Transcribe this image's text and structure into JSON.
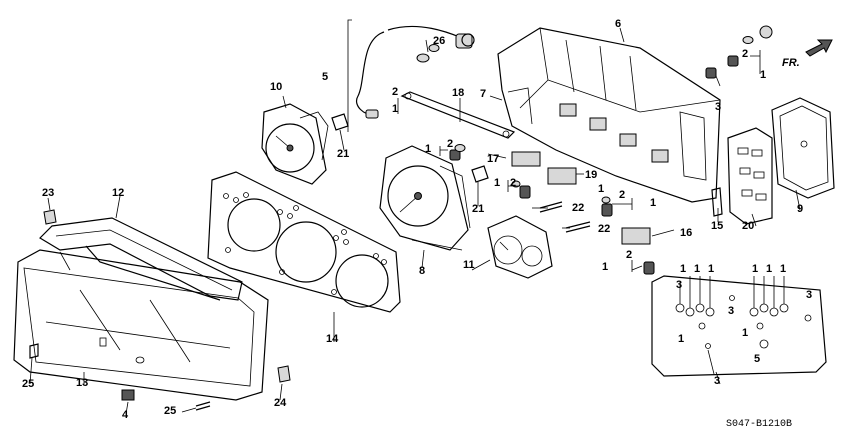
{
  "diagram_code": "S047-B1210B",
  "front_label": "FR.",
  "callouts": [
    {
      "id": "c1a",
      "text": "1"
    },
    {
      "id": "c1b",
      "text": "1"
    },
    {
      "id": "c1c",
      "text": "1"
    },
    {
      "id": "c1d",
      "text": "1"
    },
    {
      "id": "c1e",
      "text": "1"
    },
    {
      "id": "c1f",
      "text": "1"
    },
    {
      "id": "c1g",
      "text": "1"
    },
    {
      "id": "c1h",
      "text": "1"
    },
    {
      "id": "c1i",
      "text": "1"
    },
    {
      "id": "c1j",
      "text": "1"
    },
    {
      "id": "c1k",
      "text": "1"
    },
    {
      "id": "c1l",
      "text": "1"
    },
    {
      "id": "c1m",
      "text": "1"
    },
    {
      "id": "c1n",
      "text": "1"
    },
    {
      "id": "c1o",
      "text": "1"
    },
    {
      "id": "c2a",
      "text": "2"
    },
    {
      "id": "c2b",
      "text": "2"
    },
    {
      "id": "c2c",
      "text": "2"
    },
    {
      "id": "c2d",
      "text": "2"
    },
    {
      "id": "c2e",
      "text": "2"
    },
    {
      "id": "c2f",
      "text": "2"
    },
    {
      "id": "c3a",
      "text": "3"
    },
    {
      "id": "c3b",
      "text": "3"
    },
    {
      "id": "c3c",
      "text": "3"
    },
    {
      "id": "c3d",
      "text": "3"
    },
    {
      "id": "c3e",
      "text": "3"
    },
    {
      "id": "c4",
      "text": "4"
    },
    {
      "id": "c5a",
      "text": "5"
    },
    {
      "id": "c5b",
      "text": "5"
    },
    {
      "id": "c6",
      "text": "6"
    },
    {
      "id": "c7",
      "text": "7"
    },
    {
      "id": "c8",
      "text": "8"
    },
    {
      "id": "c9",
      "text": "9"
    },
    {
      "id": "c10",
      "text": "10"
    },
    {
      "id": "c11",
      "text": "11"
    },
    {
      "id": "c12",
      "text": "12"
    },
    {
      "id": "c13",
      "text": "13"
    },
    {
      "id": "c14",
      "text": "14"
    },
    {
      "id": "c15",
      "text": "15"
    },
    {
      "id": "c16",
      "text": "16"
    },
    {
      "id": "c17",
      "text": "17"
    },
    {
      "id": "c18",
      "text": "18"
    },
    {
      "id": "c19",
      "text": "19"
    },
    {
      "id": "c20",
      "text": "20"
    },
    {
      "id": "c21a",
      "text": "21"
    },
    {
      "id": "c21b",
      "text": "21"
    },
    {
      "id": "c22a",
      "text": "22"
    },
    {
      "id": "c22b",
      "text": "22"
    },
    {
      "id": "c23",
      "text": "23"
    },
    {
      "id": "c24",
      "text": "24"
    },
    {
      "id": "c25a",
      "text": "25"
    },
    {
      "id": "c25b",
      "text": "25"
    },
    {
      "id": "c26",
      "text": "26"
    }
  ]
}
